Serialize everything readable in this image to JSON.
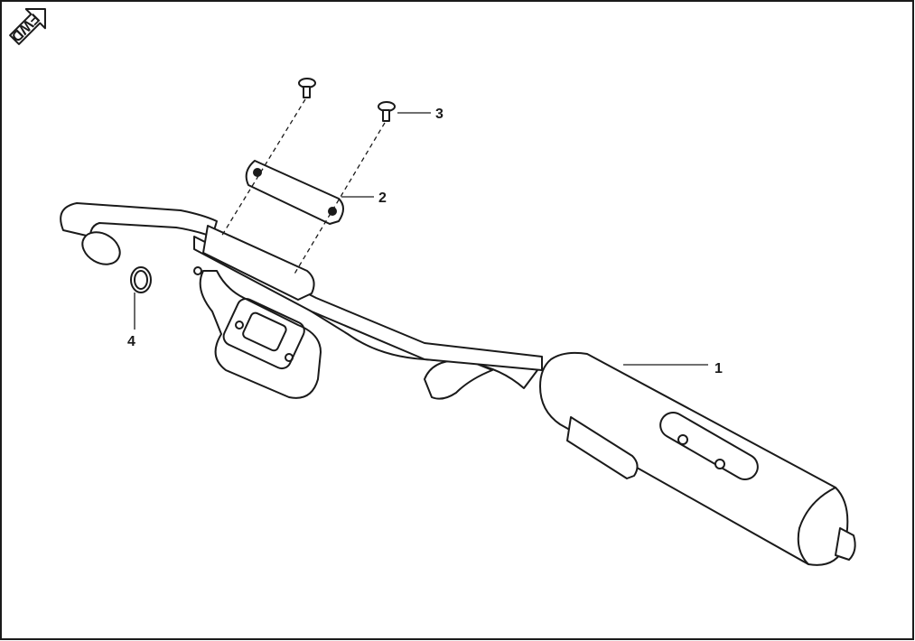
{
  "diagram": {
    "orientation_icon": {
      "icon": "fwd-arrow-icon",
      "text": "FWD"
    },
    "callouts": [
      {
        "number": "1"
      },
      {
        "number": "2"
      },
      {
        "number": "3"
      },
      {
        "number": "4"
      }
    ],
    "colors": {
      "line": "#1a1a1a",
      "background": "#ffffff"
    }
  }
}
